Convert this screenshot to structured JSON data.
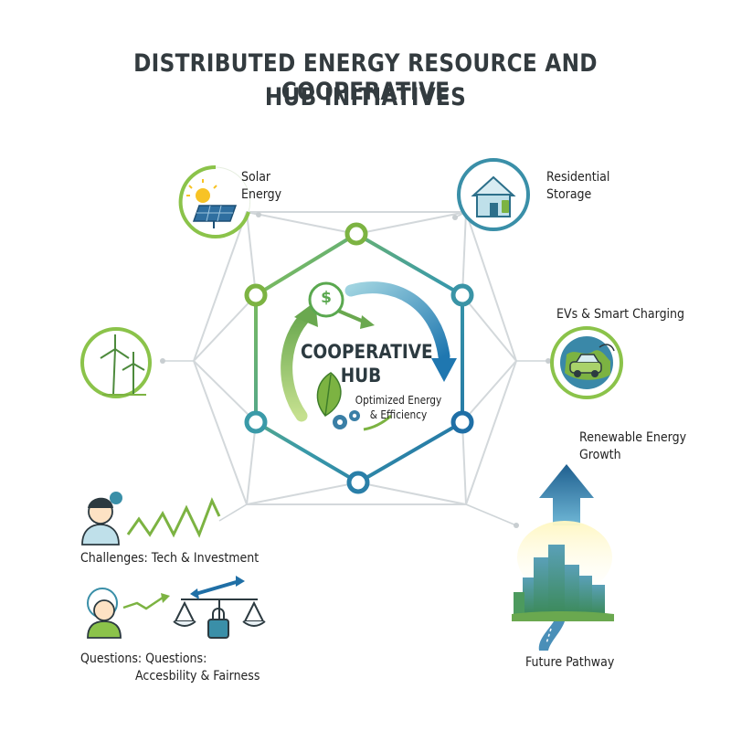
{
  "title": {
    "line1": "DISTRIBUTED ENERGY RESOURCE AND COOPERATIVE",
    "line2": "HUB INITIATIVES"
  },
  "hub": {
    "title_line1": "COOPERATIVE",
    "title_line2": "HUB",
    "subtitle_line1": "Optimized Energy",
    "subtitle_line2": "& Efficiency",
    "dollar_symbol": "$"
  },
  "nodes": {
    "solar": {
      "line1": "Solar",
      "line2": "Energy",
      "icon": "solar-panel-sun-icon"
    },
    "storage": {
      "line1": "Residential",
      "line2": "Storage",
      "icon": "house-battery-icon"
    },
    "wind": {
      "icon": "wind-turbine-icon"
    },
    "ev": {
      "label": "EVs & Smart Charging",
      "icon": "ev-globe-icon"
    },
    "renewable": {
      "line1": "Renewable Energy",
      "line2": "Growth",
      "icon": "up-arrow-icon"
    },
    "challenges": {
      "label": "Challenges: Tech & Investment",
      "icon": "person-question-icon"
    },
    "questions": {
      "line1": "Questions: Questions:",
      "line2": "Accesbility & Fairness",
      "icon": "scale-lock-icon"
    },
    "future": {
      "label": "Future Pathway",
      "icon": "city-road-icon"
    }
  },
  "colors": {
    "green": "#7cb342",
    "teal": "#3a8fa8",
    "blue": "#2a73a8",
    "dark": "#2c3a40",
    "grid": "#cfd5d8"
  }
}
